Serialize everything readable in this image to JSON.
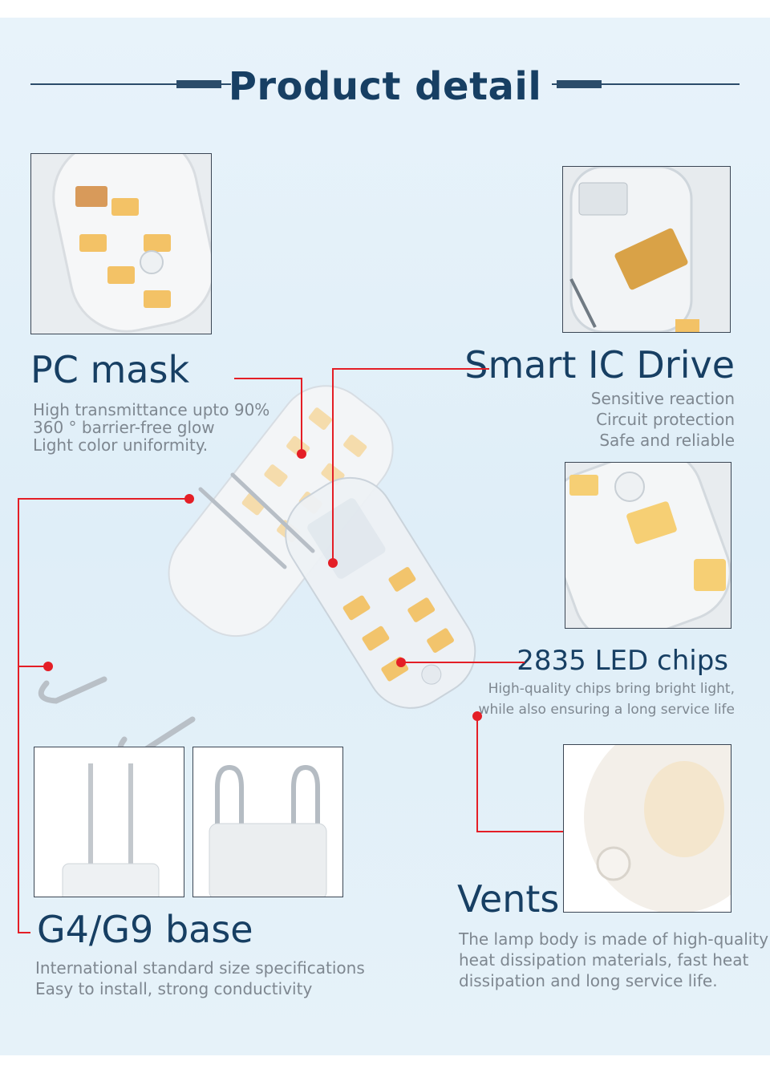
{
  "header": {
    "title": "Product detail"
  },
  "colors": {
    "title": "#173f63",
    "accent": "#e41e26",
    "body_text": "#7e8790",
    "background": "#e3f0f8"
  },
  "features": {
    "pc_mask": {
      "title": "PC mask",
      "lines": [
        "High transmittance upto 90%",
        "360 °  barrier-free glow",
        "Light color uniformity."
      ]
    },
    "smart_ic": {
      "title": "Smart IC Drive",
      "lines": [
        "Sensitive reaction",
        "Circuit protection",
        "Safe and reliable"
      ]
    },
    "led_chips": {
      "title": "2835 LED chips",
      "lines": [
        "High-quality chips bring bright light,",
        "while also ensuring a long service life"
      ]
    },
    "base": {
      "title": "G4/G9 base",
      "lines": [
        "International standard size specifications",
        "Easy to install, strong conductivity"
      ]
    },
    "vents": {
      "title": "Vents",
      "lines": [
        "The lamp body is made of high-quality",
        "heat dissipation materials, fast heat",
        "dissipation and long service life."
      ]
    }
  }
}
